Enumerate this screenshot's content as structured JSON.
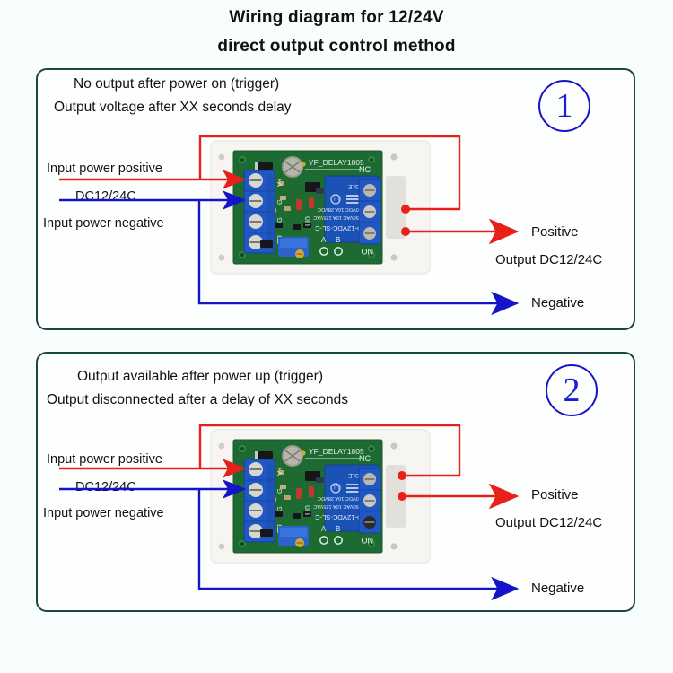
{
  "title": {
    "line1": "Wiring diagram for 12/24V",
    "line2": "direct output control method"
  },
  "colors": {
    "panel_border": "#1b4740",
    "wire_positive": "#e8201a",
    "wire_negative": "#1414c8",
    "circle_number": "#1b1bd6",
    "background": "#f8fdfd",
    "pcb_green": "#1d6b33",
    "relay_blue": "#1b52b5",
    "terminal_blue": "#2057c4",
    "case_white": "#efeeea"
  },
  "panels": [
    {
      "number": "1",
      "desc_line1": "No output after power on (trigger)",
      "desc_line2": "Output voltage after XX seconds delay",
      "input_labels": {
        "positive": "Input power positive",
        "voltage": "DC12/24C",
        "negative": "Input power negative"
      },
      "output_labels": {
        "positive": "Positive",
        "voltage": "Output DC12/24C",
        "negative": "Negative"
      },
      "board": {
        "silkscreen": "YF_DELAY1805",
        "relay_model": "SRD-12VDC-SL-C",
        "relay_rating_line1": "10A 250VAC  10A 125VAC",
        "relay_rating_line2": "10A 30VDC  10A 28VDC",
        "relay_brand": "SONGLE",
        "terminal_labels": [
          "V+",
          "G",
          "G",
          "TR"
        ],
        "contact_nc": "NC",
        "contact_no": "NO",
        "pad_a": "A",
        "pad_b": "B",
        "jumper": "U0"
      }
    },
    {
      "number": "2",
      "desc_line1": "Output available after power up (trigger)",
      "desc_line2": "Output disconnected after a delay of XX seconds",
      "input_labels": {
        "positive": "Input power positive",
        "voltage": "DC12/24C",
        "negative": "Input power negative"
      },
      "output_labels": {
        "positive": "Positive",
        "voltage": "Output DC12/24C",
        "negative": "Negative"
      },
      "board": {
        "silkscreen": "YF_DELAY1805",
        "relay_model": "SRD-12VDC-SL-C",
        "relay_rating_line1": "10A 250VAC  10A 125VAC",
        "relay_rating_line2": "10A 30VDC  10A 28VDC",
        "relay_brand": "SONGLE",
        "terminal_labels": [
          "V+",
          "G",
          "G",
          "TR"
        ],
        "contact_nc": "NC",
        "contact_no": "NO",
        "pad_a": "A",
        "pad_b": "B",
        "jumper": "U0"
      }
    }
  ]
}
